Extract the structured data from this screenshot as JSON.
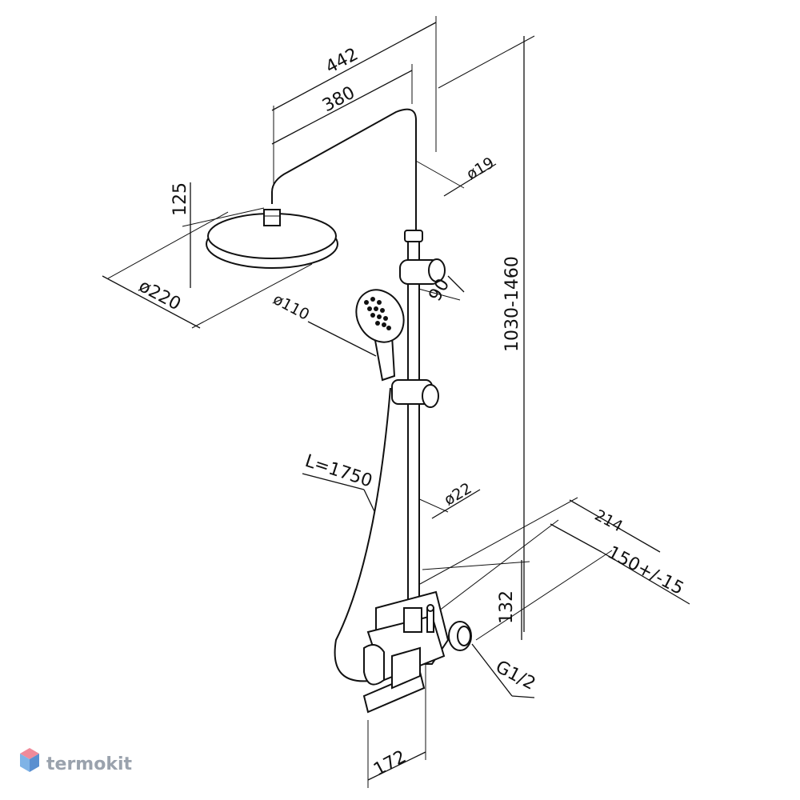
{
  "dimensions": {
    "top_total_width": "442",
    "arm_length": "380",
    "riser_top_diameter": "ø19",
    "head_height": "125",
    "head_diameter": "ø220",
    "hand_shower_diameter": "ø110",
    "holder_offset": "90",
    "rail_height_range": "1030-1460",
    "hose_length": "L=1750",
    "riser_bottom_diameter": "ø22",
    "wall_depth": "214",
    "inlet_spacing": "150+/-15",
    "mixer_height": "132",
    "inlet_thread": "G1/2",
    "spout_length": "172"
  },
  "watermark": {
    "brand": "termokit",
    "colors": {
      "top": "#f08a9a",
      "left": "#7fb3e6",
      "right": "#5a8fd0"
    }
  }
}
